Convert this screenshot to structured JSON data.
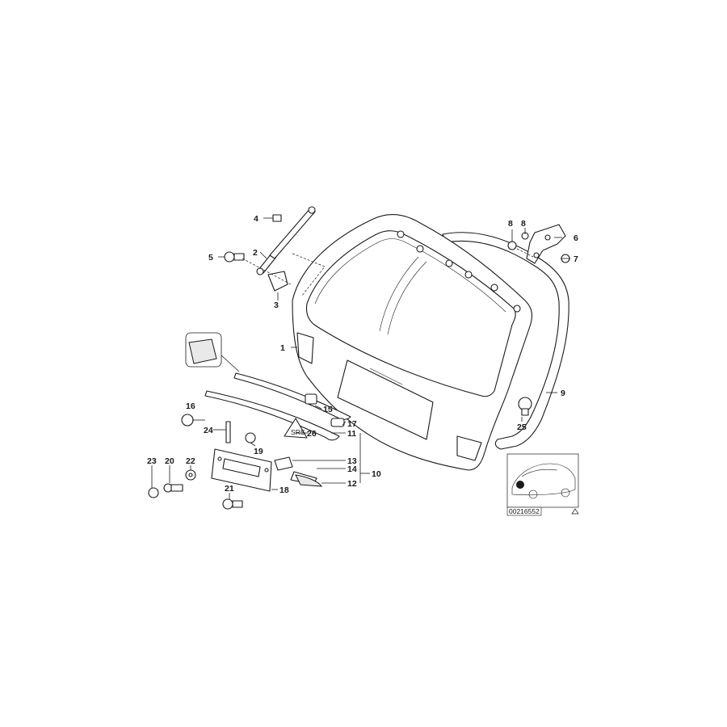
{
  "diagram": {
    "callouts": {
      "c1": "1",
      "c2": "2",
      "c3": "3",
      "c4": "4",
      "c5": "5",
      "c6": "6",
      "c7": "7",
      "c8a": "8",
      "c8b": "8",
      "c9": "9",
      "c10": "10",
      "c11": "11",
      "c12": "12",
      "c13": "13",
      "c14": "14",
      "c15": "15",
      "c16": "16",
      "c17": "17",
      "c18": "18",
      "c19": "19",
      "c20": "20",
      "c21": "21",
      "c22": "22",
      "c23": "23",
      "c24": "24",
      "c25": "25",
      "c26": "26"
    },
    "reference_number": "00216552",
    "colors": {
      "ink": "#1a1a1a",
      "background": "#ffffff",
      "shade": "#e9e9e9"
    }
  }
}
